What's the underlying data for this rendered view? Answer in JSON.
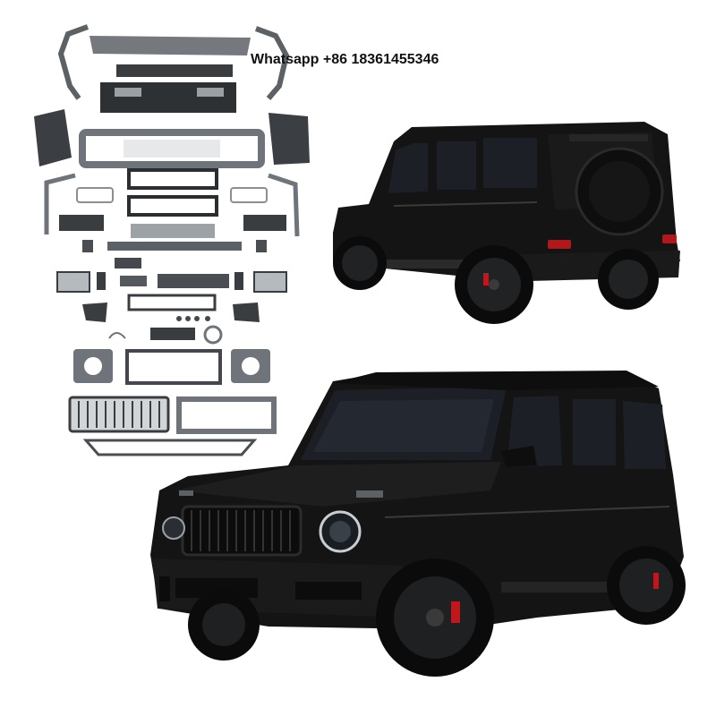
{
  "contact": {
    "text": "Whatsapp +86 18361455346"
  },
  "scene": {
    "parts_panel": "body-kit-parts-layout",
    "vehicle_rear": "black-suv-rear-three-quarter",
    "vehicle_front": "black-suv-front-three-quarter"
  },
  "colors": {
    "background": "#ffffff",
    "vehicle_body": "#141414",
    "vehicle_highlight": "#3a3a3a",
    "part_grey": "#6f747a",
    "part_dark": "#2b2e31",
    "brake_caliper": "#c0161c",
    "tail_light": "#b0181c",
    "glass": "#1c2026"
  }
}
